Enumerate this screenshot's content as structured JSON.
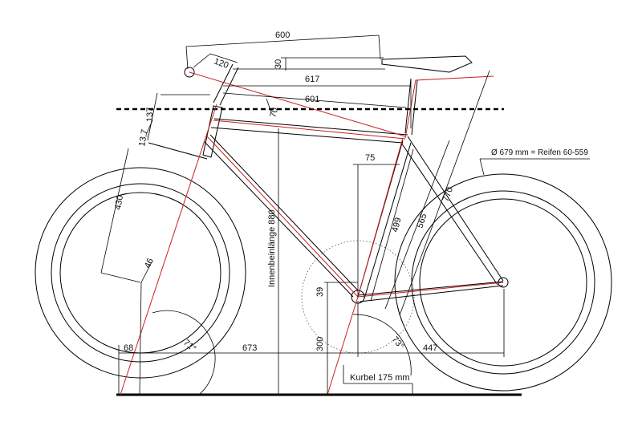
{
  "dimensions": {
    "d600": "600",
    "d120": "120",
    "d30": "30",
    "d617": "617",
    "d601": "601",
    "d70": "70",
    "d137": "137",
    "d13_7": "13,7",
    "d75": "75",
    "d430": "430",
    "d46": "46",
    "d770": "770",
    "d565": "565",
    "d499": "499",
    "d39": "39",
    "d68": "68",
    "d673": "673",
    "d300": "300",
    "d447": "447",
    "angle71": "71°",
    "angle73": "73°"
  },
  "labels": {
    "inseam": "Innenbeinlänge 880",
    "tire": "Ø 679 mm = Reifen 60-559",
    "crank": "Kurbel  175 mm"
  },
  "colors": {
    "frame": "#000000",
    "centerline": "#c8201e",
    "dotted": "#555555"
  }
}
